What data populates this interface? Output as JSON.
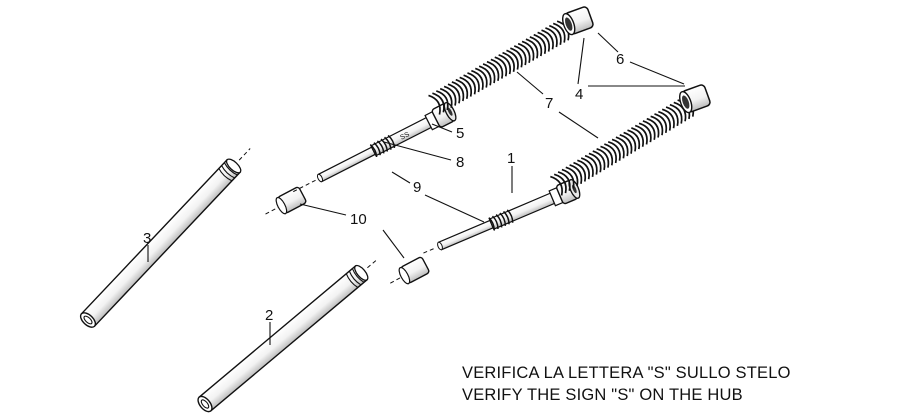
{
  "diagram": {
    "callouts": {
      "c1": "1",
      "c2": "2",
      "c3": "3",
      "c4": "4",
      "c5": "5",
      "c6": "6",
      "c7": "7",
      "c8": "8",
      "c9": "9",
      "c10": "10"
    },
    "notes": {
      "line1": "VERIFICA LA LETTERA \"S\" SULLO STELO",
      "line2": "VERIFY THE SIGN \"S\" ON THE HUB"
    }
  }
}
